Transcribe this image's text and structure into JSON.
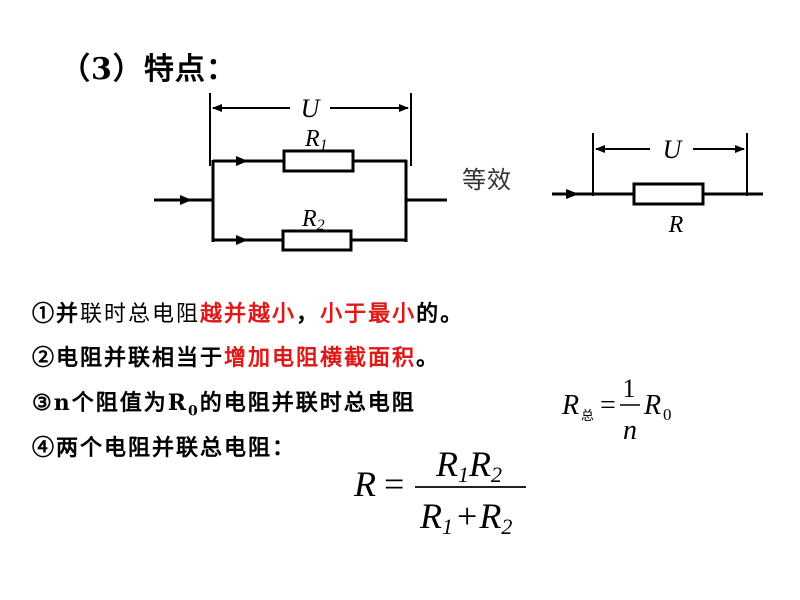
{
  "heading": "（3）特点：",
  "diagram": {
    "left": {
      "voltage_label": "U",
      "r1_label": "R",
      "r1_sub": "1",
      "r2_label": "R",
      "r2_sub": "2"
    },
    "equivalent_label": "等效",
    "right": {
      "voltage_label": "U",
      "r_label": "R"
    }
  },
  "points": [
    {
      "marker": "①",
      "segments": [
        {
          "text": "并",
          "color": "black"
        },
        {
          "text": "联时总电阻",
          "color": "black"
        },
        {
          "text": "越并越小",
          "color": "red"
        },
        {
          "text": "，",
          "color": "black"
        },
        {
          "text": "小于最小",
          "color": "red"
        },
        {
          "text": "的。",
          "color": "black"
        }
      ]
    },
    {
      "marker": "②",
      "segments": [
        {
          "text": "电阻并联相当于",
          "color": "black"
        },
        {
          "text": "增加电阻横截面积",
          "color": "red"
        },
        {
          "text": "。",
          "color": "black"
        }
      ]
    },
    {
      "marker": "③",
      "segments": [
        {
          "text": "n个阻值为R",
          "color": "black"
        },
        {
          "text": "0",
          "color": "black",
          "sub": true
        },
        {
          "text": "的电阻并联时总电阻",
          "color": "black"
        }
      ]
    },
    {
      "marker": "④",
      "segments": [
        {
          "text": "两个电阻并联总电阻：",
          "color": "black"
        }
      ]
    }
  ],
  "formula_n": {
    "lhs": "R",
    "lhs_sub": "总",
    "eq": "=",
    "num": "1",
    "den": "n",
    "rhs": "R",
    "rhs_sub": "0"
  },
  "formula_two": {
    "lhs": "R",
    "eq": "=",
    "num_a": "R",
    "num_a_sub": "1",
    "num_b": "R",
    "num_b_sub": "2",
    "den_a": "R",
    "den_a_sub": "1",
    "plus": "+",
    "den_b": "R",
    "den_b_sub": "2"
  },
  "colors": {
    "red": "#e01818",
    "black": "#000000"
  }
}
